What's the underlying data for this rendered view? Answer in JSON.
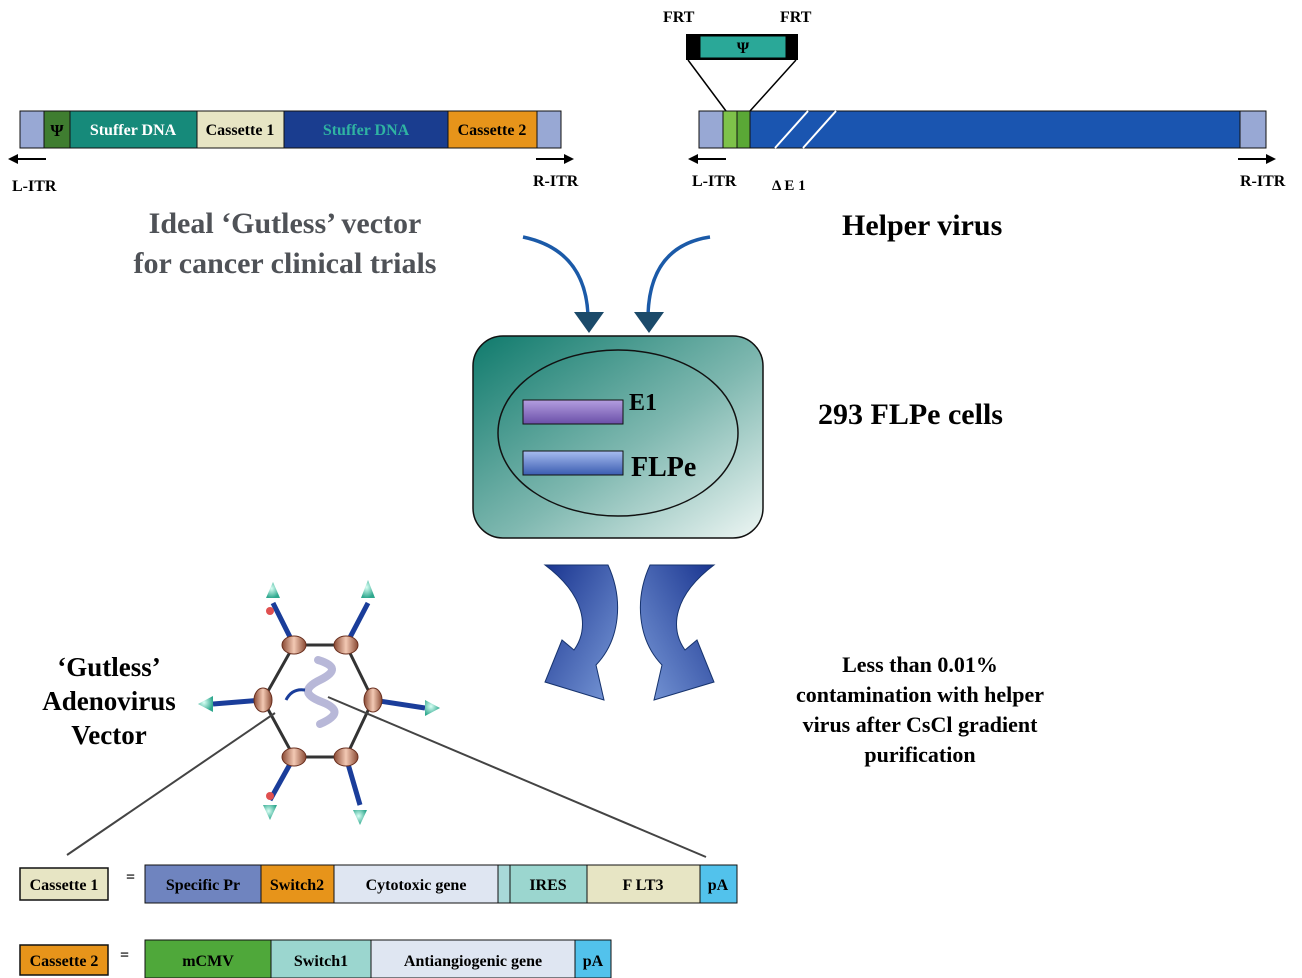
{
  "colors": {
    "navy": "#1a3d8f",
    "teal": "#168a7a",
    "cream": "#e7e5c4",
    "orange": "#e7941a",
    "itr": "#98a8d4",
    "psi_green": "#3f7d30",
    "arrow_blue": "#1b5aa8",
    "lime": "#7ec24a",
    "purple": "#8a6fc0"
  },
  "gutless_construct": {
    "segments": {
      "psi": "Ψ",
      "stuffer1": "Stuffer DNA",
      "cassette1": "Cassette 1",
      "stuffer2": "Stuffer  DNA",
      "cassette2": "Cassette 2"
    },
    "l_itr": "L-ITR",
    "r_itr": "R-ITR",
    "caption_line1": "Ideal ‘Gutless’  vector",
    "caption_line2": "for cancer clinical trials"
  },
  "helper_virus": {
    "frt_left": "FRT",
    "frt_right": "FRT",
    "psi": "Ψ",
    "l_itr": "L-ITR",
    "delta_e1": "Δ E 1",
    "r_itr": "R-ITR",
    "title": "Helper virus"
  },
  "cell": {
    "e1": "E1",
    "flpe": "FLPe",
    "label": "293 FLPe cells"
  },
  "virion": {
    "line1": "‘Gutless’",
    "line2": "Adenovirus",
    "line3": "Vector"
  },
  "contamination_note": {
    "line1": "Less than 0.01%",
    "line2": "contamination with helper",
    "line3": "virus after CsCl gradient",
    "line4": "purification"
  },
  "cassette1_detail": {
    "name": "Cassette 1",
    "equals": "=",
    "specific_pr": "Specific Pr",
    "switch2": "Switch2",
    "cytotoxic": "Cytotoxic gene",
    "ires": "IRES",
    "flt3": "F LT3",
    "pa": "pA"
  },
  "cassette2_detail": {
    "name": "Cassette 2",
    "equals": "=",
    "mcmv": "mCMV",
    "switch1": "Switch1",
    "antiangiogenic": "Antiangiogenic gene",
    "pa": "pA"
  }
}
